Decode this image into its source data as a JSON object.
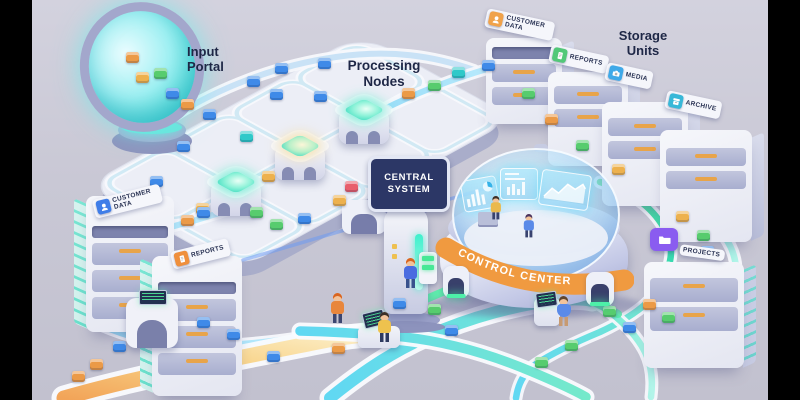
{
  "scene": {
    "titles": {
      "input_portal": "Input Portal",
      "processing_nodes": "Processing Nodes",
      "storage_units": "Storage Units"
    },
    "signs": {
      "central_system": "CENTRAL SYSTEM",
      "control_center": "CONTROL CENTER"
    },
    "storage_top": [
      {
        "label": "CUSTOMER DATA",
        "icon": "person-icon",
        "icon_color": "#f0a24a"
      },
      {
        "label": "REPORTS",
        "icon": "document-icon",
        "icon_color": "#52c878"
      },
      {
        "label": "MEDIA",
        "icon": "camera-icon",
        "icon_color": "#3fa9e8"
      },
      {
        "label": "ARCHIVE",
        "icon": "archive-box-icon",
        "icon_color": "#38b8d8"
      }
    ],
    "storage_left": [
      {
        "label": "CUSTOMER DATA",
        "icon": "person-icon",
        "icon_color": "#3f7de8"
      },
      {
        "label": "REPORTS",
        "icon": "document-icon",
        "icon_color": "#ef8f3c"
      }
    ],
    "storage_right": [
      {
        "label": "PROJECTS",
        "icon": "folder-icon",
        "icon_color": "#8a5cf0"
      }
    ],
    "palette": {
      "background": "#c9c8d5",
      "frame": "#000000",
      "platform": "#eceef6",
      "cabinet": "#f2f3f9",
      "drawer": "#b2b6d4",
      "handle_orange": "#e8a44a",
      "sign_navy": "#2c3766",
      "banner_orange": "#f09a40",
      "glow_teal": "#54e8cc",
      "glow_cyan": "#7ad8f6",
      "glow_green": "#5fe084",
      "rainbow_orange": "#f2a050",
      "dome_glass": "#a9d9f3",
      "tower_lavender": "#9aa0ca",
      "cube_blue": "#3f8ae8",
      "cube_yellow": "#edb14e",
      "cube_green": "#57cc6e",
      "cube_red": "#e85f6c",
      "cube_teal": "#2fc9c9",
      "cube_orange": "#eb9a47"
    }
  }
}
